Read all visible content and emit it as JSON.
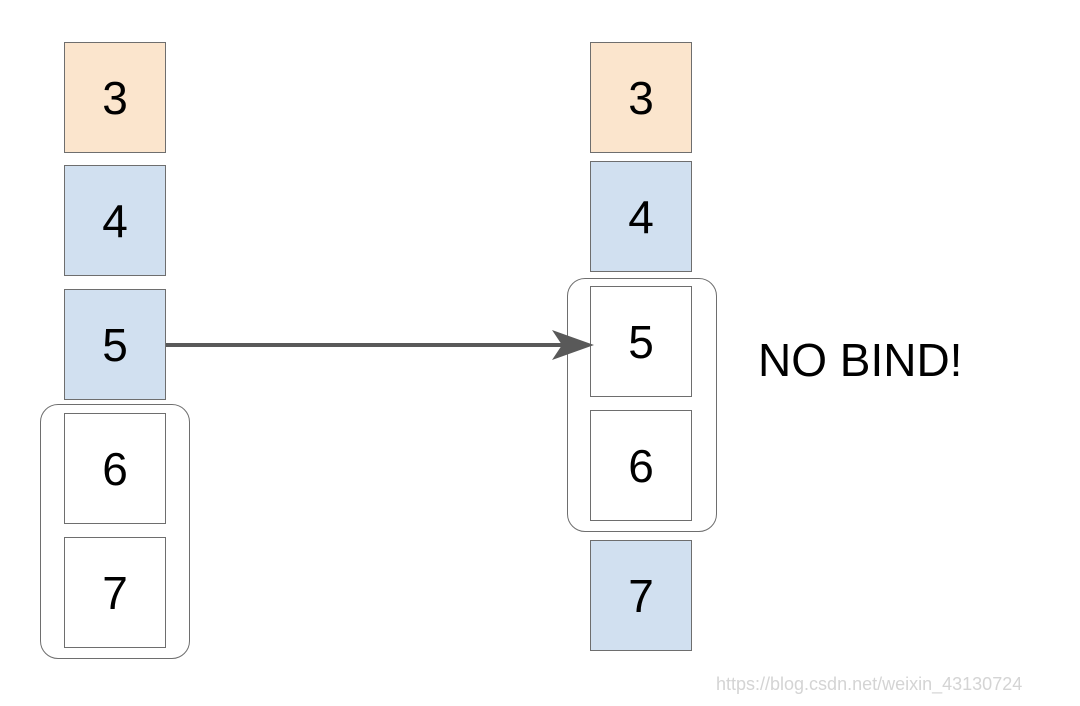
{
  "colors": {
    "highlight": "#fbe5cd",
    "bound": "#d1e0f0",
    "empty": "#ffffff",
    "outline": "#6e6e6e",
    "arrow": "#595959"
  },
  "left_column": {
    "cells": [
      {
        "label": "3",
        "state": "highlight"
      },
      {
        "label": "4",
        "state": "bound"
      },
      {
        "label": "5",
        "state": "bound"
      },
      {
        "label": "6",
        "state": "empty"
      },
      {
        "label": "7",
        "state": "empty"
      }
    ]
  },
  "right_column": {
    "cells": [
      {
        "label": "3",
        "state": "highlight"
      },
      {
        "label": "4",
        "state": "bound"
      },
      {
        "label": "5",
        "state": "empty"
      },
      {
        "label": "6",
        "state": "empty"
      },
      {
        "label": "7",
        "state": "bound"
      }
    ]
  },
  "status_text": "NO BIND!",
  "watermark": "https://blog.csdn.net/weixin_43130724"
}
